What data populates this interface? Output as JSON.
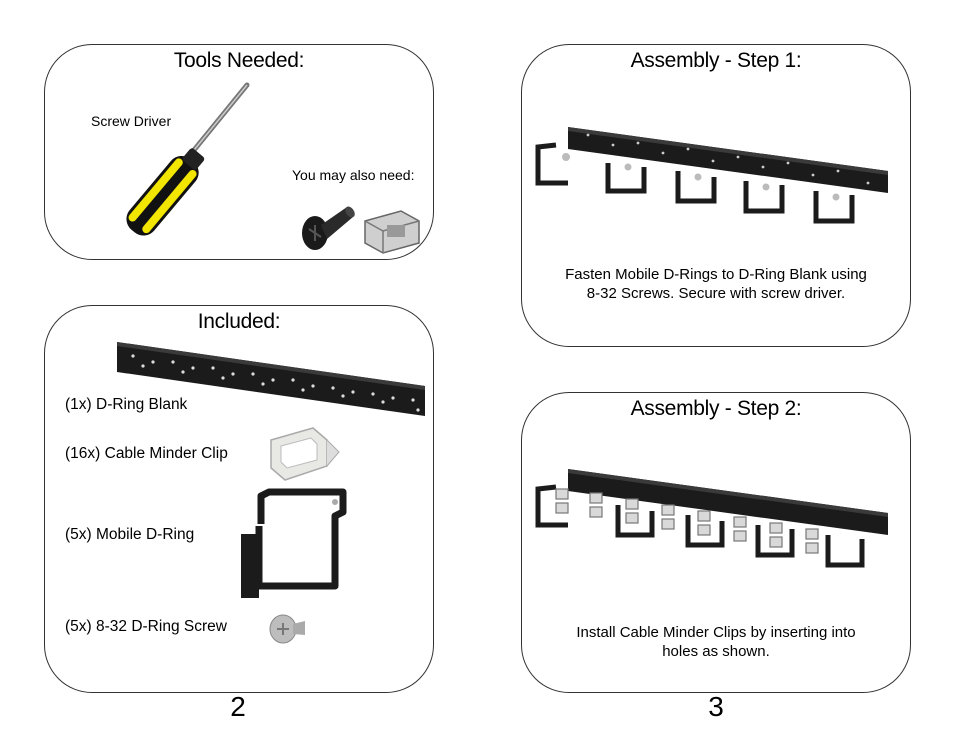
{
  "panels": {
    "tools": {
      "title": "Tools Needed:",
      "screwdriver_label": "Screw Driver",
      "also_need_label": "You may also need:"
    },
    "included": {
      "title": "Included:",
      "items": [
        "(1x) D-Ring Blank",
        "(16x) Cable Minder Clip",
        "(5x) Mobile D-Ring",
        "(5x) 8-32 D-Ring Screw"
      ]
    },
    "step1": {
      "title": "Assembly - Step 1:",
      "caption_line1": "Fasten Mobile D-Rings to D-Ring Blank using",
      "caption_line2": "8-32 Screws. Secure with screw driver."
    },
    "step2": {
      "title": "Assembly - Step 2:",
      "caption_line1": "Install Cable Minder Clips by inserting into",
      "caption_line2": "holes as shown."
    }
  },
  "page_numbers": {
    "left": "2",
    "right": "3"
  },
  "colors": {
    "border": "#333333",
    "handle_yellow": "#f2e600",
    "handle_black": "#111111",
    "metal": "#b8b8b8"
  }
}
